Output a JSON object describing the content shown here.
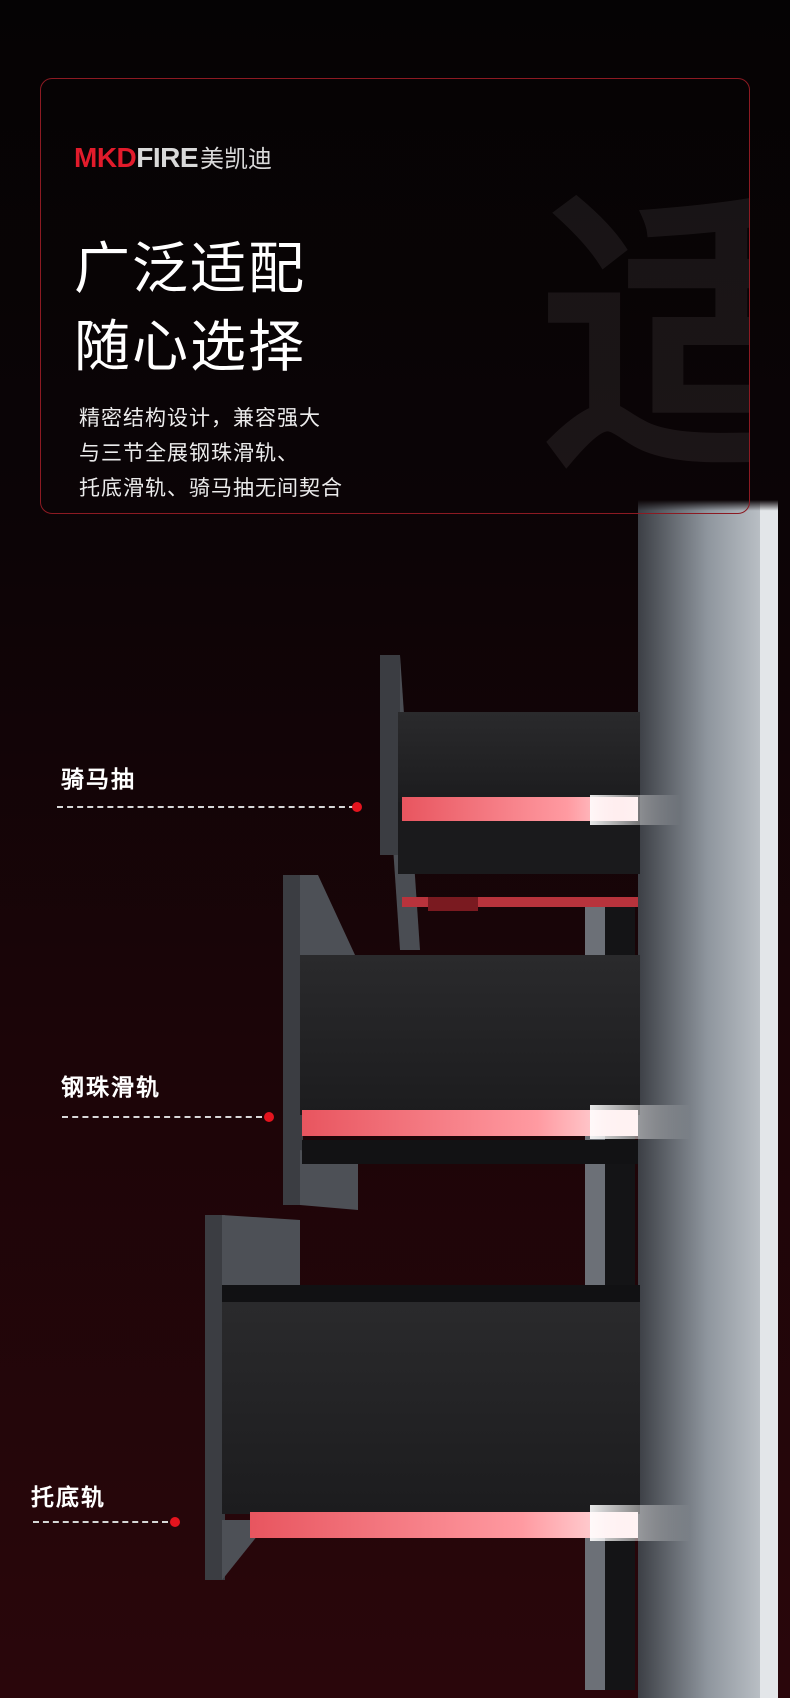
{
  "watermark": "适配",
  "brand": {
    "latin_red": "MKD",
    "latin_gray": "FIRE",
    "chinese": "美凯迪"
  },
  "headline": {
    "line1": "广泛适配",
    "line2": "随心选择"
  },
  "description": {
    "line1": "精密结构设计，兼容强大",
    "line2": "与三节全展钢珠滑轨、",
    "line3": "托底滑轨、骑马抽无间契合"
  },
  "labels": {
    "riding_drawer": "骑马抽",
    "ball_bearing_rail": "钢珠滑轨",
    "undermount_rail": "托底轨"
  },
  "colors": {
    "accent_red": "#e4141e",
    "brand_red": "#e21b2b",
    "card_border": "#8c1a22"
  }
}
